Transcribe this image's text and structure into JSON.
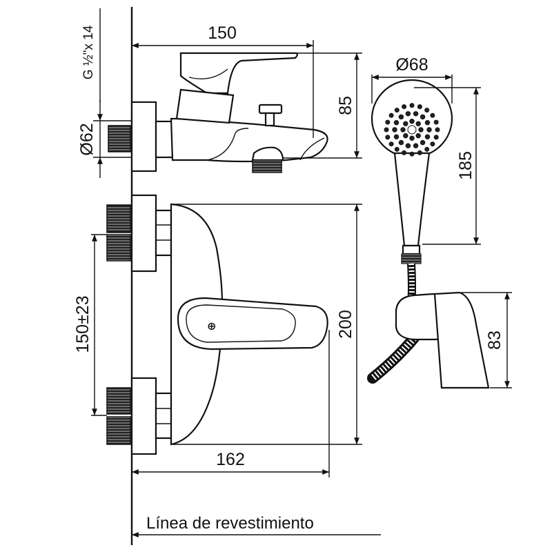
{
  "dimensions": {
    "thread": "G ½\"x 14",
    "top_width": "150",
    "top_height": "85",
    "inlet_diameter": "Ø62",
    "inlet_spacing": "150±23",
    "front_height": "200",
    "front_width": "162",
    "shower_head_diameter": "Ø68",
    "shower_length": "185",
    "holder_height": "83"
  },
  "caption": "Línea de revestimiento",
  "colors": {
    "ink": "#111111",
    "background": "#ffffff"
  }
}
